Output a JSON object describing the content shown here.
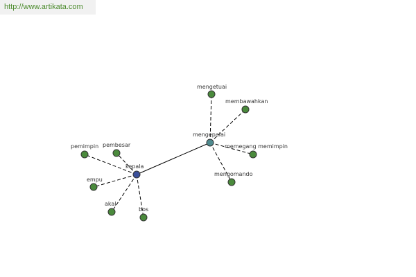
{
  "header": {
    "site_url": "http://www.artikata.com"
  },
  "colors": {
    "hub_primary": "#3a4f9a",
    "hub_secondary": "#4f8a8e",
    "leaf": "#4a8a3c",
    "url_text": "#4b8b2c"
  },
  "graph": {
    "nodes": [
      {
        "id": "kepala",
        "label": "kepala",
        "role": "hub_primary"
      },
      {
        "id": "mengepalai",
        "label": "mengepalai",
        "role": "hub_secondary"
      },
      {
        "id": "pemimpin",
        "label": "pemimpin",
        "role": "leaf"
      },
      {
        "id": "pembesar",
        "label": "pembesar",
        "role": "leaf"
      },
      {
        "id": "empu",
        "label": "empu",
        "role": "leaf"
      },
      {
        "id": "akal",
        "label": "akal",
        "role": "leaf"
      },
      {
        "id": "bos",
        "label": "bos",
        "role": "leaf"
      },
      {
        "id": "mengetuai",
        "label": "mengetuai",
        "role": "leaf"
      },
      {
        "id": "membawahkan",
        "label": "membawahkan",
        "role": "leaf"
      },
      {
        "id": "memegang_memimpin",
        "label": "memegang memimpin",
        "role": "leaf"
      },
      {
        "id": "mengomando",
        "label": "mengomando",
        "role": "leaf"
      }
    ],
    "edges": [
      {
        "from": "kepala",
        "to": "mengepalai",
        "style": "solid"
      },
      {
        "from": "kepala",
        "to": "pemimpin",
        "style": "dashed"
      },
      {
        "from": "kepala",
        "to": "pembesar",
        "style": "dashed"
      },
      {
        "from": "kepala",
        "to": "empu",
        "style": "dashed"
      },
      {
        "from": "kepala",
        "to": "akal",
        "style": "dashed"
      },
      {
        "from": "kepala",
        "to": "bos",
        "style": "dashed"
      },
      {
        "from": "mengepalai",
        "to": "mengetuai",
        "style": "dashed"
      },
      {
        "from": "mengepalai",
        "to": "membawahkan",
        "style": "dashed"
      },
      {
        "from": "mengepalai",
        "to": "memegang_memimpin",
        "style": "dashed"
      },
      {
        "from": "mengepalai",
        "to": "mengomando",
        "style": "dashed"
      }
    ]
  }
}
